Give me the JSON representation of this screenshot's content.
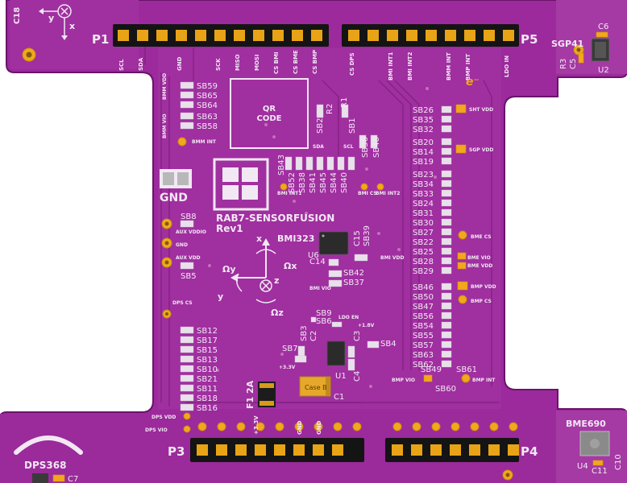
{
  "board": {
    "name": "RAB7-SENSORFUSION",
    "revision": "Rev1",
    "qr_label_line1": "QR",
    "qr_label_line2": "CODE",
    "gnd_label": "GND",
    "electron_symbol": "e⁻"
  },
  "colors": {
    "pcb": "#9c2a9c",
    "pcb_dark": "#7e1f7c",
    "silkscreen": "#f2e8f4",
    "pad_gold": "#f2a81c",
    "header_black": "#1a1a1a"
  },
  "headers": {
    "p1": {
      "label": "P1",
      "pins": [
        "SCL",
        "SDA",
        "",
        "GND",
        "",
        "SCK",
        "MISO",
        "MOSI",
        "CS BMI",
        "CS BME",
        "CS BMP"
      ]
    },
    "p5": {
      "label": "P5",
      "pins": [
        "CS DPS",
        "",
        "BMI INT1",
        "BMI INT2",
        "",
        "BMM INT",
        "BMP INT",
        "",
        "LDO IN"
      ]
    },
    "p3": {
      "label": "P3",
      "pins": [
        "+3.3V",
        "",
        "GND",
        "GND",
        "",
        ""
      ]
    },
    "p4": {
      "label": "P4",
      "pins": [
        "",
        "",
        "",
        "",
        "",
        "",
        ""
      ]
    }
  },
  "axes": {
    "y": "y",
    "x": "x",
    "z": "z",
    "om_y": "Ωy",
    "om_x": "Ωx",
    "om_z": "Ωz"
  },
  "chips": {
    "bmi323": "BMI323",
    "u6": "U6",
    "u1": "U1",
    "u2": "U2",
    "u4": "U4",
    "sgp41": "SGP41",
    "bme690": "BME690",
    "dps368": "DPS368",
    "fuse_label": "F1 2A",
    "case_b": "Case B"
  },
  "left_pads": {
    "bmm_vdd": "BMM VDD",
    "bmm_vio": "BMM VIO",
    "bmm_int": "BMM INT",
    "aux_vddio": "AUX VDDIO",
    "gnd": "GND",
    "aux_vdd": "AUX VDD",
    "dps_cs": "DPS CS",
    "dps_vdd": "DPS VDD",
    "dps_vio": "DPS VIO"
  },
  "solder_bridges": {
    "top_left": [
      "SB59",
      "SB65",
      "SB64",
      "SB63",
      "SB58"
    ],
    "left_mid": [
      "SB8",
      "SB5"
    ],
    "left_column": [
      "SB12",
      "SB17",
      "SB15",
      "SB13",
      "SB10",
      "SB21",
      "SB11",
      "SB18",
      "SB16"
    ],
    "right_top": [
      "SB26",
      "SB35",
      "SB32"
    ],
    "right_sgp": [
      "SB20",
      "SB14",
      "SB19"
    ],
    "right_mid": [
      "SB23",
      "SB34",
      "SB33",
      "SB24",
      "SB31",
      "SB30",
      "SB27",
      "SB22",
      "SB25",
      "SB28",
      "SB29"
    ],
    "right_low": [
      "SB46",
      "SB50",
      "SB47",
      "SB56",
      "SB54",
      "SB55",
      "SB57",
      "SB63",
      "SB62"
    ],
    "center_vertical": [
      "SB43",
      "SB52",
      "SB38",
      "SB41",
      "SB45",
      "SB44",
      "SB40",
      "SB36",
      "SB48",
      "SB2",
      "SB1"
    ],
    "center_misc": [
      "SB39",
      "SB42",
      "SB37",
      "SB9",
      "SB6",
      "SB3",
      "SB7",
      "SB4",
      "SB49",
      "SB61",
      "SB60"
    ]
  },
  "right_pads": {
    "sht_vdd": "SHT VDD",
    "sgp_vdd": "SGP VDD",
    "bme_cs": "BME CS",
    "bme_vio": "BME VIO",
    "bme_vdd": "BME VDD",
    "bmp_vdd": "BMP VDD",
    "bmp_cs": "BMP CS",
    "bmp_vio": "BMP VIO",
    "bmp_int": "BMP INT"
  },
  "center_labels": {
    "sda": "SDA",
    "scl": "SCL",
    "r2": "R2",
    "r1": "R1",
    "bmi_int1": "BMI INT1",
    "bmi_cs": "BMI CS",
    "bmi_int2": "BMI INT2",
    "bmi_vdd": "BMI VDD",
    "bmi_vio": "BMI VIO",
    "c14": "C14",
    "c15": "C15",
    "ldo_en": "LDO EN",
    "plus_1v8": "+1.8V",
    "plus_3v3": "+3.3V",
    "c1": "C1",
    "c2": "C2",
    "c3": "C3",
    "c4": "C4"
  },
  "corner_labels": {
    "c18": "C18",
    "c5": "C5",
    "c6": "C6",
    "r3": "R3",
    "c7": "C7",
    "c10": "C10",
    "c11": "C11"
  }
}
